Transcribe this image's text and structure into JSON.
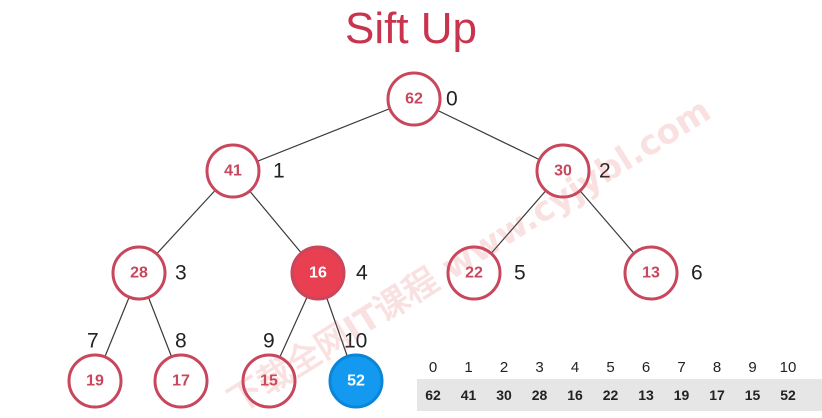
{
  "title": "Sift Up",
  "watermark": "下载全网IT课程 www.cyjybl.com",
  "colors": {
    "accent": "#c8344e",
    "node_border": "#c8475c",
    "active_fill": "#e83f51",
    "new_fill": "#139af0"
  },
  "tree": {
    "nodes": [
      {
        "index": "0",
        "value": "62",
        "state": "normal"
      },
      {
        "index": "1",
        "value": "41",
        "state": "normal"
      },
      {
        "index": "2",
        "value": "30",
        "state": "normal"
      },
      {
        "index": "3",
        "value": "28",
        "state": "normal"
      },
      {
        "index": "4",
        "value": "16",
        "state": "active"
      },
      {
        "index": "5",
        "value": "22",
        "state": "normal"
      },
      {
        "index": "6",
        "value": "13",
        "state": "normal"
      },
      {
        "index": "7",
        "value": "19",
        "state": "normal"
      },
      {
        "index": "8",
        "value": "17",
        "state": "normal"
      },
      {
        "index": "9",
        "value": "15",
        "state": "normal"
      },
      {
        "index": "10",
        "value": "52",
        "state": "new"
      }
    ],
    "edges": [
      [
        0,
        1
      ],
      [
        0,
        2
      ],
      [
        1,
        3
      ],
      [
        1,
        4
      ],
      [
        2,
        5
      ],
      [
        2,
        6
      ],
      [
        3,
        7
      ],
      [
        3,
        8
      ],
      [
        4,
        9
      ],
      [
        4,
        10
      ]
    ]
  },
  "array": {
    "indices": [
      "0",
      "1",
      "2",
      "3",
      "4",
      "5",
      "6",
      "7",
      "8",
      "9",
      "10"
    ],
    "values": [
      "62",
      "41",
      "30",
      "28",
      "16",
      "22",
      "13",
      "19",
      "17",
      "15",
      "52"
    ]
  }
}
